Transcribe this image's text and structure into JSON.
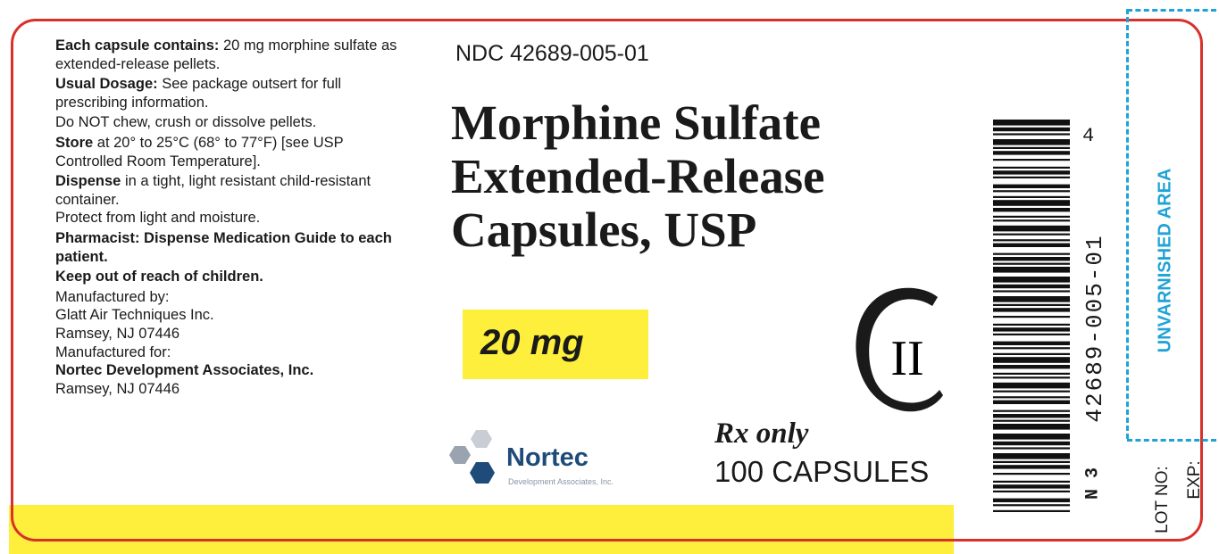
{
  "left_column": {
    "contains_label": "Each capsule contains:",
    "contains_text": " 20 mg morphine sulfate as extended-release pellets.",
    "dosage_label": "Usual Dosage:",
    "dosage_text": " See package outsert for full prescribing information.",
    "no_chew": "Do NOT chew, crush or dissolve pellets.",
    "store_label": "Store",
    "store_text": " at 20° to 25°C (68° to 77°F) [see USP Controlled Room Temperature].",
    "dispense_label": "Dispense",
    "dispense_text": " in a tight, light resistant child-resistant container.",
    "protect": "Protect from light and moisture.",
    "pharmacist": "Pharmacist: Dispense Medication Guide to each patient.",
    "keep_out": "Keep out of reach of children.",
    "mfd_by": "Manufactured by:",
    "mfd_by_name": "Glatt Air Techniques Inc.",
    "mfd_by_city": "Ramsey, NJ 07446",
    "mfd_for": "Manufactured for:",
    "mfd_for_name": "Nortec Development Associates, Inc.",
    "mfd_for_city": "Ramsey, NJ 07446"
  },
  "ndc": "NDC 42689-005-01",
  "product_name": {
    "line1": "Morphine Sulfate",
    "line2": "Extended-Release",
    "line3": "Capsules, USP"
  },
  "strength": "20 mg",
  "schedule_roman": "II",
  "rx_only": "Rx only",
  "count": "100 CAPSULES",
  "logo": {
    "name": "Nortec",
    "subtitle": "Development Associates, Inc."
  },
  "barcode": {
    "digits": "42689-005-01",
    "check_digit": "4",
    "number_system": "N 3"
  },
  "unvarnished": "UNVARNISHED AREA",
  "lot": "LOT NO:",
  "exp": "EXP:",
  "colors": {
    "border": "#d9302b",
    "highlight": "#fdef3b",
    "dashed_blue": "#1fa3d6",
    "logo_blue": "#1e4b7a"
  }
}
